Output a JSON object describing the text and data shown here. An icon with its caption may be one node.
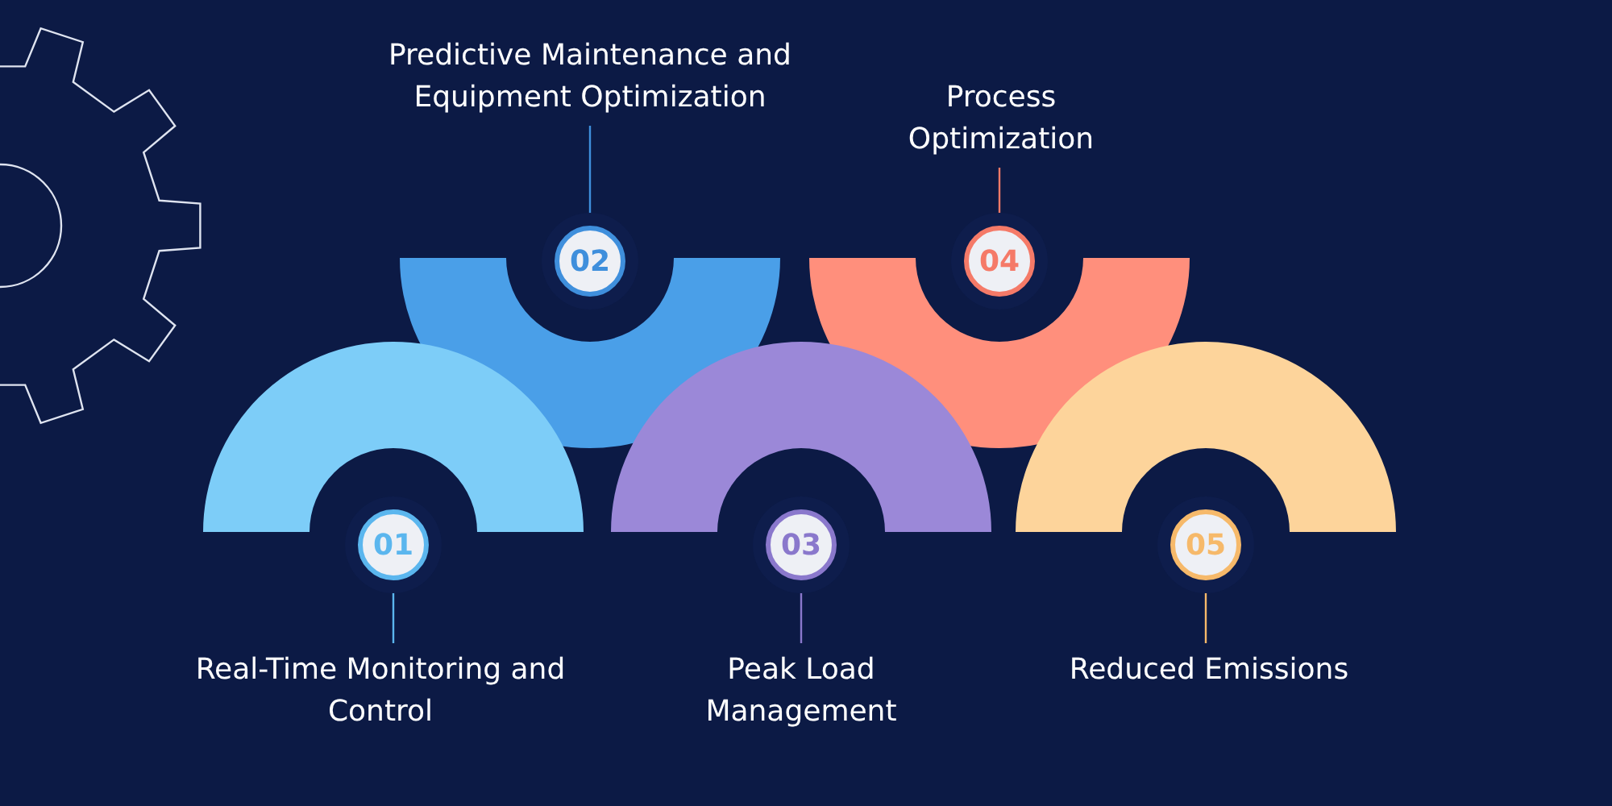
{
  "diagram": {
    "nodes": [
      {
        "text": [
          "Real-Time Monitoring and Control"
        ]
      },
      {
        "text": [
          "01"
        ]
      },
      {
        "text": [
          "Predictive Maintenance and Equipment Optimization"
        ]
      },
      {
        "text": [
          "02"
        ]
      },
      {
        "text": [
          "Peak Load Management"
        ]
      },
      {
        "text": [
          "03"
        ]
      },
      {
        "text": [
          "Process Optimization"
        ]
      },
      {
        "text": [
          "04"
        ]
      },
      {
        "text": [
          "Reduced Emissions"
        ]
      },
      {
        "text": [
          "05"
        ]
      }
    ],
    "edges": [
      {
        "from": 0,
        "to": 1,
        "arrow": "none",
        "color": "#5bb6ee"
      },
      {
        "from": 2,
        "to": 3,
        "arrow": "none",
        "color": "#3f8fdc"
      },
      {
        "from": 4,
        "to": 5,
        "arrow": "none",
        "color": "#8a78cc"
      },
      {
        "from": 6,
        "to": 7,
        "arrow": "none",
        "color": "#f57a68"
      },
      {
        "from": 8,
        "to": 9,
        "arrow": "none",
        "color": "#f6b96a"
      }
    ]
  }
}
